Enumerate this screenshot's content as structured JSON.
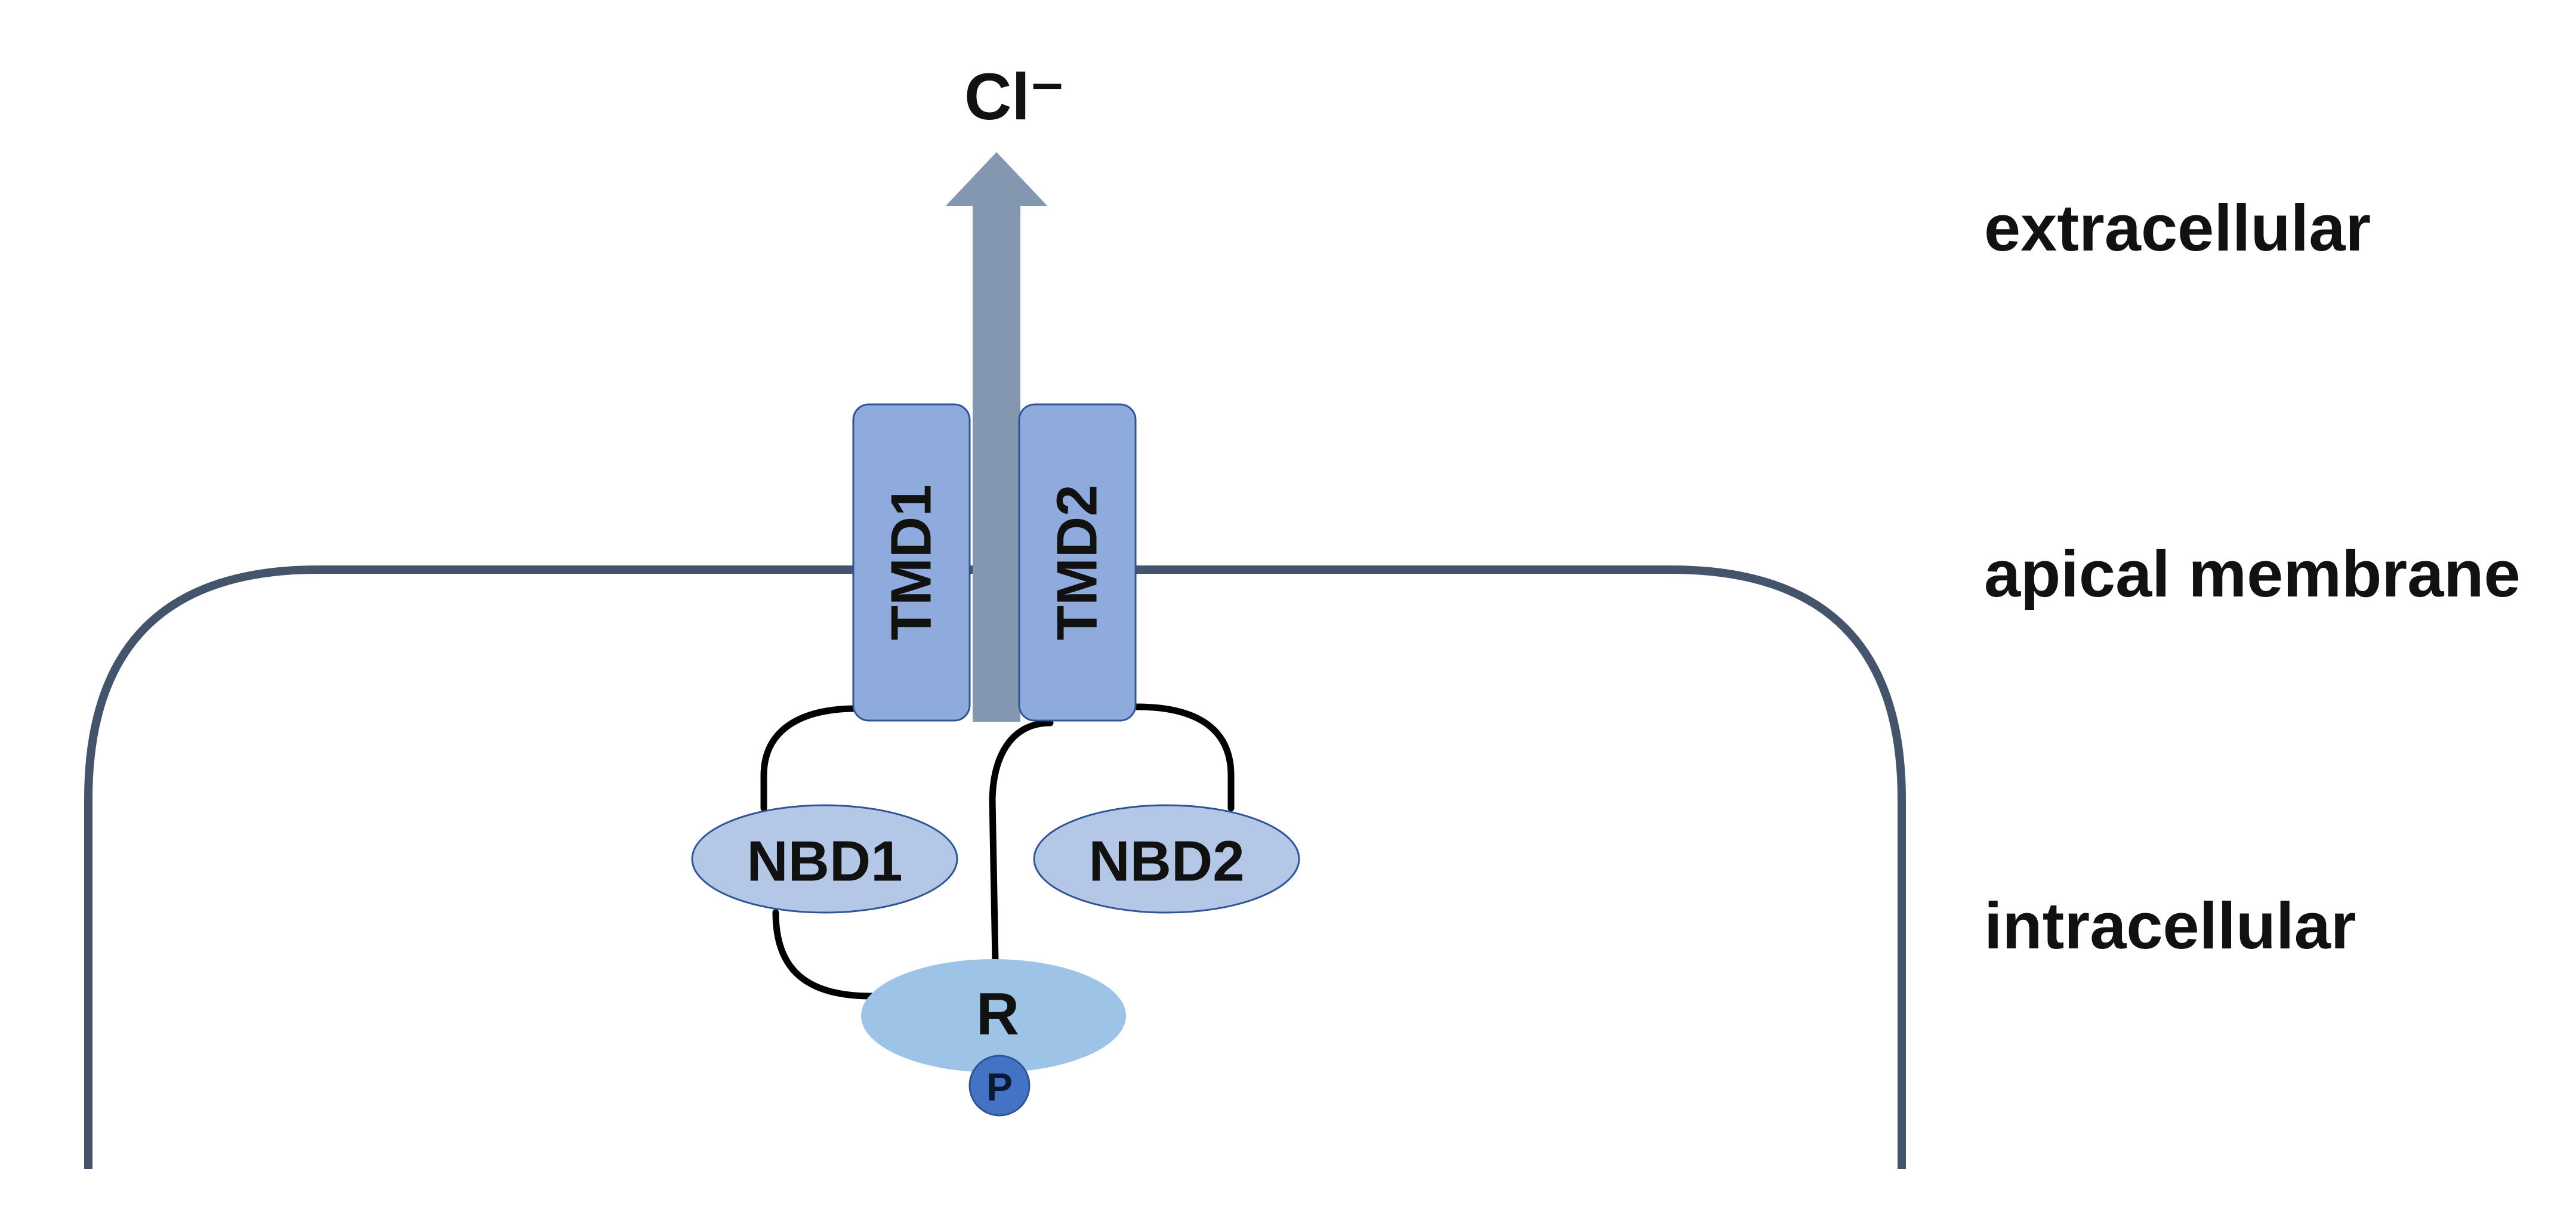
{
  "ion": {
    "label": "Cl⁻"
  },
  "regions": {
    "extracellular": "extracellular",
    "membrane": "apical membrane",
    "intracellular": "intracellular"
  },
  "domains": {
    "tmd1": "TMD1",
    "tmd2": "TMD2",
    "nbd1": "NBD1",
    "nbd2": "NBD2",
    "r": "R",
    "phospho": "P"
  },
  "colors": {
    "membrane_line": "#44546a",
    "tmd_fill": "#8faadc",
    "tmd_stroke": "#2f5597",
    "nbd_fill": "#b4c7e7",
    "nbd_stroke": "#2f5597",
    "r_fill": "#9dc3e6",
    "phospho_fill": "#4472c4",
    "arrow_fill": "#8497b0",
    "linker": "#000000"
  }
}
